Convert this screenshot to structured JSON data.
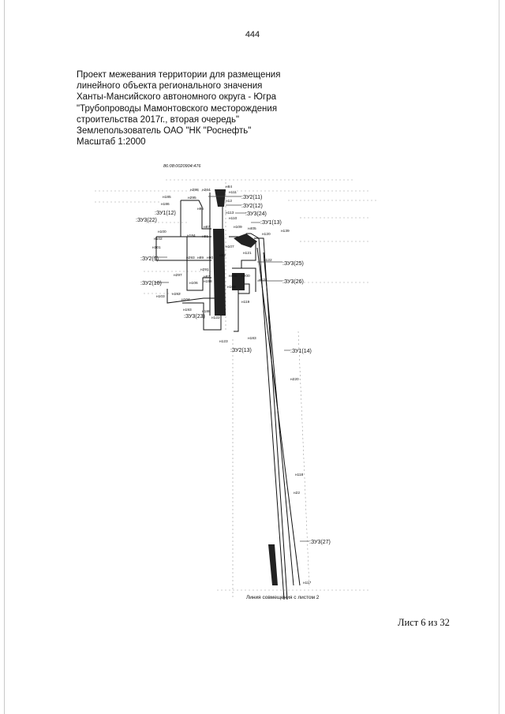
{
  "page_number": "444",
  "title_lines": [
    "Проект межевания территории для размещения",
    "линейного объекта регионального значения",
    "Ханты-Мансийского автономного округа - Югра",
    "\"Трубопроводы Мамонтовского месторождения",
    "строительства 2017г., вторая очередь\"",
    "Землепользователь ОАО \"НК \"Роснефть\"",
    "Масштаб 1:2000"
  ],
  "cadastral_number": "86:08:0020904:476",
  "parcel_labels": [
    ":ЗУ2(11)",
    ":ЗУ2(12)",
    ":ЗУ3(24)",
    ":ЗУ1(13)",
    ":ЗУ3(22)",
    ":ЗУ1(12)",
    ":ЗУ2(9)",
    ":ЗУ3(25)",
    ":ЗУ2(10)",
    ":ЗУ3(26)",
    ":ЗУ3(23)",
    ":ЗУ2(13)",
    ":ЗУ1(14)",
    ":ЗУ3(27)"
  ],
  "point_labels": [
    "н84",
    "н111",
    "н12",
    "н113",
    "н298",
    "н264",
    "н185",
    "н295",
    "н186",
    "н96",
    "н110",
    "н109",
    "н405",
    "н120",
    "н139",
    "н87",
    "н100",
    "н184",
    "н91",
    "н107",
    "н121",
    "н122",
    "н101",
    "н102",
    "н293",
    "н89",
    "н90",
    "н92",
    "н297",
    "н291",
    "н87",
    "н408",
    "н200",
    "н124",
    "н198",
    "н106",
    "н169",
    "н103",
    "н192",
    "н104",
    "н119",
    "н193",
    "н188",
    "н122",
    "н123",
    "н183",
    "н220",
    "н118",
    "н22",
    "н117"
  ],
  "combine_line_label": "Линия совмещения с листом 2",
  "sheet_label": "Лист 6 из 32"
}
